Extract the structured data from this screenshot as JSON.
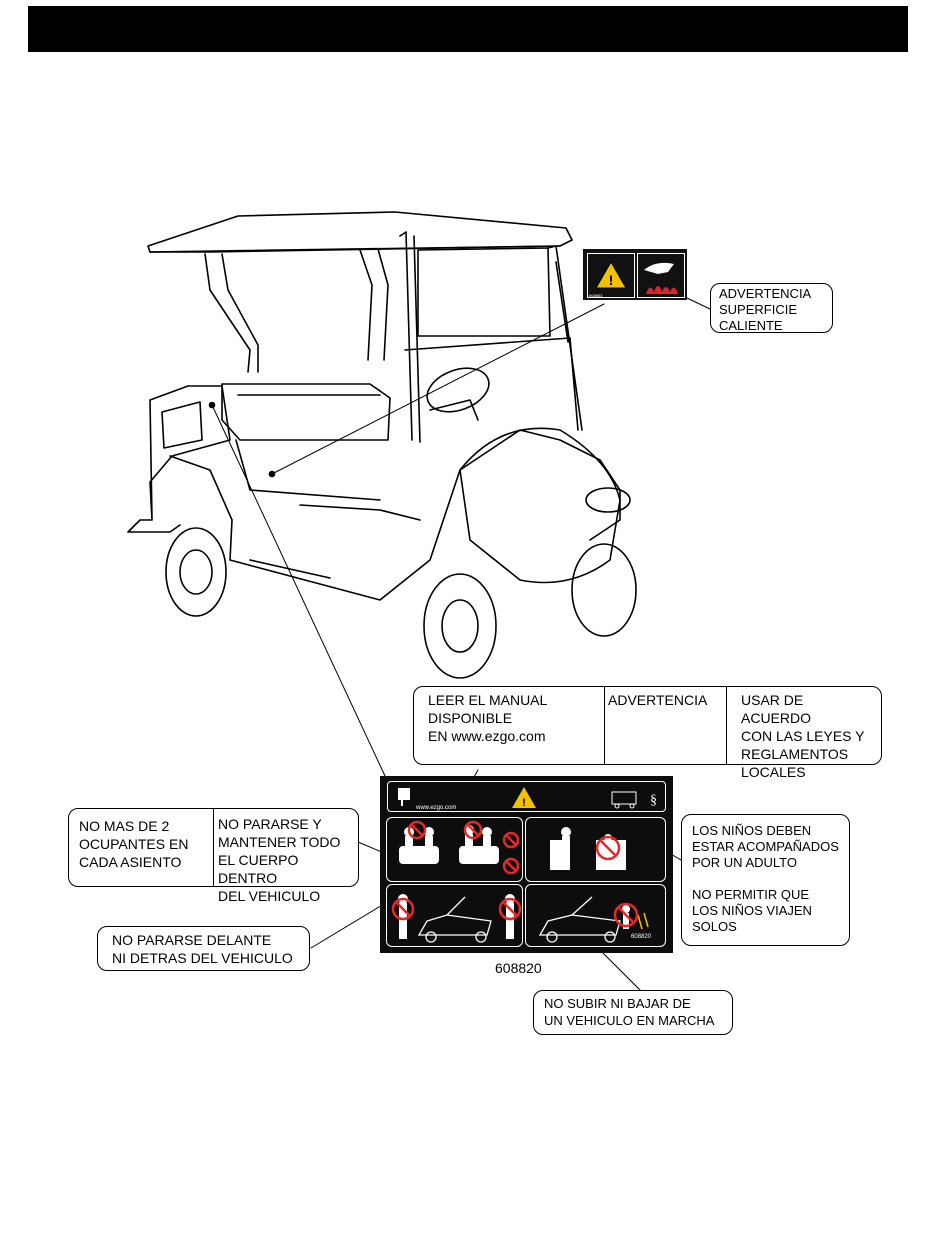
{
  "callouts": {
    "hot_surface": "ADVERTENCIA\nSUPERFICIE\nCALIENTE",
    "manual": {
      "read": "LEER EL MANUAL\nDISPONIBLE\nEN www.ezgo.com",
      "warning": "ADVERTENCIA",
      "laws": "USAR DE ACUERDO\nCON LAS LEYES Y\nREGLAMENTOS\nLOCALES"
    },
    "occupants": {
      "max": "NO MAS DE 2\nOCUPANTES EN\nCADA ASIENTO",
      "stand": "NO PARARSE Y\nMANTENER TODO\nEL CUERPO DENTRO\nDEL VEHICULO"
    },
    "children": {
      "accompanied": "LOS NIÑOS DEBEN\nESTAR ACOMPAÑADOS\nPOR UN ADULTO",
      "alone": "NO PERMITIR QUE\nLOS NIÑOS VIAJEN\nSOLOS"
    },
    "front_rear": "NO PARARSE DELANTE\nNI DETRAS DEL VEHICULO",
    "moving": "NO SUBIR NI BAJAR DE\nUN VEHICULO EN MARCHA"
  },
  "decal": {
    "url": "www.ezgo.com",
    "part_number_small": "608820",
    "part_number_label": "608820"
  },
  "hot_decal": {
    "code": "608853"
  },
  "colors": {
    "warning_yellow": "#f2c200",
    "prohibit_red": "#e8262a",
    "flame_red": "#d8262a"
  }
}
